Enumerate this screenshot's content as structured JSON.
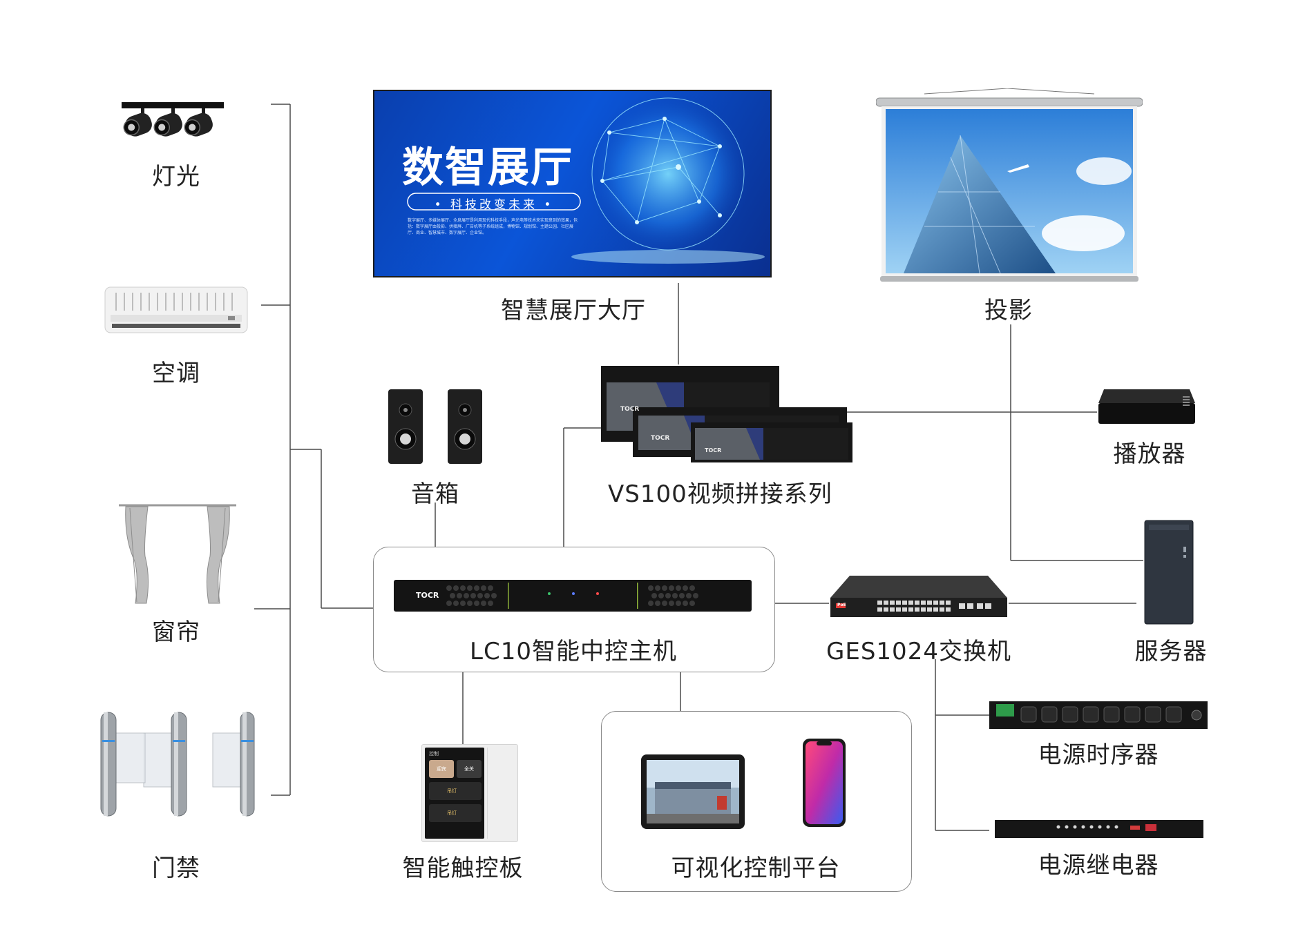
{
  "left_devices": [
    {
      "label": "灯光",
      "icon": "track-spotlight"
    },
    {
      "label": "空调",
      "icon": "air-conditioner"
    },
    {
      "label": "窗帘",
      "icon": "curtain"
    },
    {
      "label": "门禁",
      "icon": "access-gate"
    }
  ],
  "display_wall": {
    "label": "智慧展厅大厅",
    "banner_title": "数智展厅",
    "banner_subtitle": "• 科技改变未来 •",
    "banner_body": "数字展厅、多媒体展厅、全息展厅是利用现代科技手段，声光电等技术来实现意到的效果，包括：数字展厅由投影、拼接屏、广告机等子系统组成，博物馆、规划馆、主题公园、社区展厅、商业、智慧城市、数字展厅、企业馆。"
  },
  "projector": {
    "label": "投影"
  },
  "speaker": {
    "label": "音箱"
  },
  "video_splicer": {
    "label": "VS100视频拼接系列",
    "brand": "TOCR"
  },
  "player": {
    "label": "播放器"
  },
  "central_host": {
    "label": "LC10智能中控主机",
    "brand": "TOCR"
  },
  "switch": {
    "label": "GES1024交换机",
    "brand": "PoE"
  },
  "server": {
    "label": "服务器"
  },
  "power_sequencer": {
    "label": "电源时序器"
  },
  "power_relay": {
    "label": "电源继电器"
  },
  "touch_panel": {
    "label": "智能触控板",
    "screen_title": "控制",
    "buttons": [
      "迎宾",
      "全关",
      "吊灯",
      "吊灯"
    ]
  },
  "visual_platform": {
    "label": "可视化控制平台"
  },
  "colors": {
    "line": "#4a4a4a",
    "box_border": "#8a8a8a",
    "banner_blue": "#0a3fae"
  }
}
